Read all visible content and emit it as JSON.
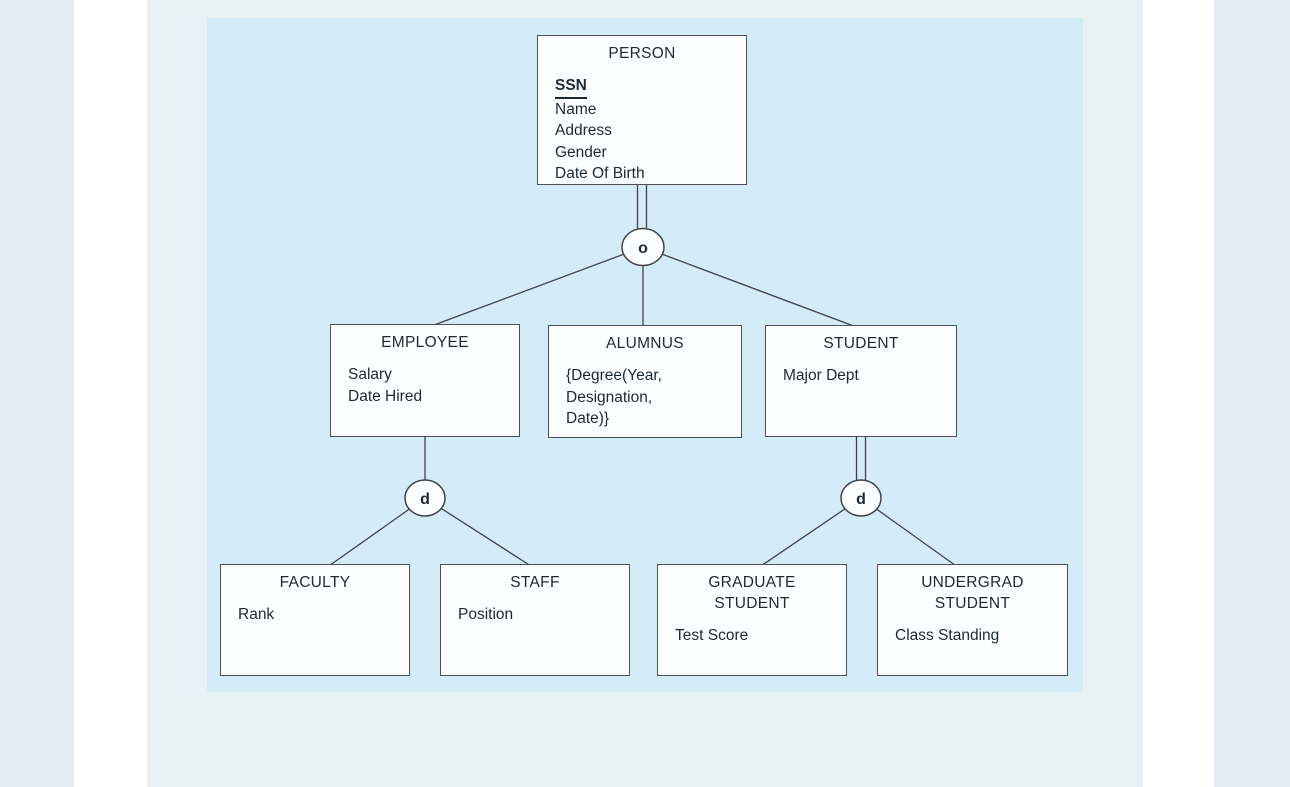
{
  "diagram": {
    "type": "eer-specialization-hierarchy",
    "entities": [
      {
        "name": "person",
        "title_line1": "PERSON",
        "title_line2": "",
        "attributes": [
          "SSN",
          "Name",
          "Address",
          "Gender",
          "Date Of Birth"
        ],
        "key_attribute": "SSN"
      },
      {
        "name": "employee",
        "title_line1": "EMPLOYEE",
        "title_line2": "",
        "attributes": [
          "Salary",
          "Date Hired"
        ]
      },
      {
        "name": "alumnus",
        "title_line1": "ALUMNUS",
        "title_line2": "",
        "attributes": [
          "{Degree(Year,",
          "Designation,",
          "Date)}"
        ]
      },
      {
        "name": "student",
        "title_line1": "STUDENT",
        "title_line2": "",
        "attributes": [
          "Major Dept"
        ]
      },
      {
        "name": "faculty",
        "title_line1": "FACULTY",
        "title_line2": "",
        "attributes": [
          "Rank"
        ]
      },
      {
        "name": "staff",
        "title_line1": "STAFF",
        "title_line2": "",
        "attributes": [
          "Position"
        ]
      },
      {
        "name": "graduate-student",
        "title_line1": "GRADUATE",
        "title_line2": "STUDENT",
        "attributes": [
          "Test Score"
        ]
      },
      {
        "name": "undergrad-student",
        "title_line1": "UNDERGRAD",
        "title_line2": "STUDENT",
        "attributes": [
          "Class Standing"
        ]
      }
    ],
    "circles": [
      {
        "label": "o"
      },
      {
        "label": "d"
      },
      {
        "label": "d"
      }
    ],
    "connections": [
      {
        "from": "PERSON",
        "to": "o-circle",
        "style": "double-line"
      },
      {
        "from": "o-circle",
        "to": "EMPLOYEE",
        "style": "single-line"
      },
      {
        "from": "o-circle",
        "to": "ALUMNUS",
        "style": "single-line"
      },
      {
        "from": "o-circle",
        "to": "STUDENT",
        "style": "single-line"
      },
      {
        "from": "EMPLOYEE",
        "to": "d-circle-1",
        "style": "single-line"
      },
      {
        "from": "d-circle-1",
        "to": "FACULTY",
        "style": "single-line"
      },
      {
        "from": "d-circle-1",
        "to": "STAFF",
        "style": "single-line"
      },
      {
        "from": "STUDENT",
        "to": "d-circle-2",
        "style": "double-line"
      },
      {
        "from": "d-circle-2",
        "to": "GRADUATE STUDENT",
        "style": "single-line"
      },
      {
        "from": "d-circle-2",
        "to": "UNDERGRAD STUDENT",
        "style": "single-line"
      }
    ],
    "colors": {
      "figure_panel_bg": "#d4ecf8",
      "content_bg": "#e7f1f6",
      "page_bg": "#ffffff",
      "outer_bg": "#e3edf4",
      "line": "#3f4448",
      "text": "#1e2833",
      "box_bg": "#fdfeff",
      "box_border": "#4d5156"
    }
  }
}
